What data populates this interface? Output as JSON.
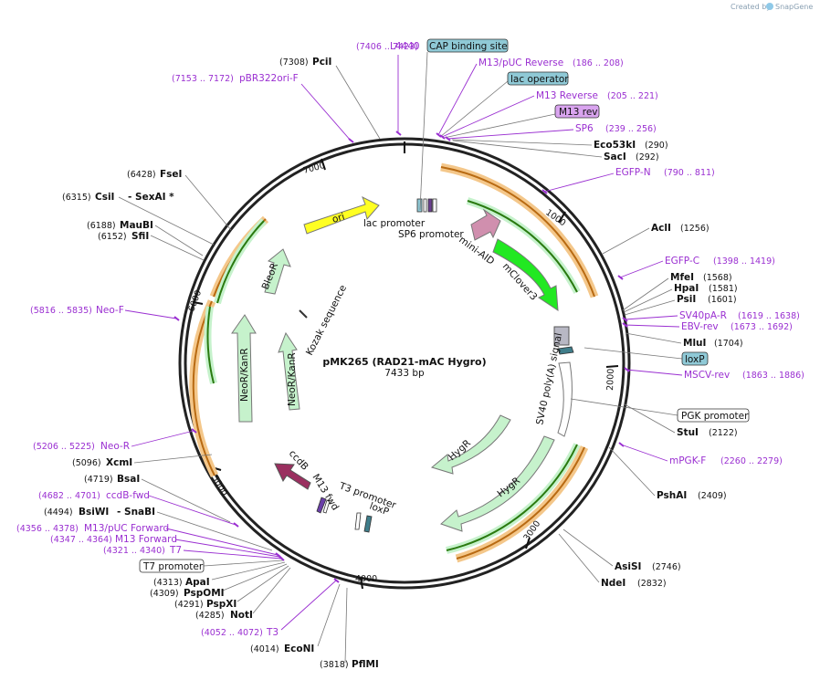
{
  "title": "pMK265 (RAD21-mAC Hygro)",
  "length_label": "7433 bp",
  "credit": {
    "prefix": "Created by",
    "brand": "SnapGene"
  },
  "colors": {
    "purple": "#9a2fd1",
    "orange": "#f0a24a",
    "green_arrow": "#c6f2cc",
    "bright_green": "#22e822",
    "yellow": "#ffff22",
    "maroon": "#9a2f5f",
    "pink_arrow": "#d08fae",
    "teal_box": "#8fc9d6",
    "violet_box": "#d9a4ef"
  },
  "tick_labels": [
    "1000",
    "2000",
    "3000",
    "4000",
    "5000",
    "6000",
    "7000"
  ],
  "features": [
    {
      "name": "ori",
      "label": "ori"
    },
    {
      "name": "bleor",
      "label": "BleoR"
    },
    {
      "name": "neor-outer",
      "label": "NeoR/KanR"
    },
    {
      "name": "neor-inner",
      "label": "NeoR/KanR"
    },
    {
      "name": "kozak",
      "label": "Kozak sequence"
    },
    {
      "name": "lac-promoter",
      "label": "lac promoter"
    },
    {
      "name": "sp6-promoter",
      "label": "SP6 promoter"
    },
    {
      "name": "mini-aid",
      "label": "mini-AID"
    },
    {
      "name": "mclover3",
      "label": "mClover3"
    },
    {
      "name": "sv40-polya",
      "label": "SV40 poly(A) signal"
    },
    {
      "name": "hygr-1",
      "label": "HygR"
    },
    {
      "name": "hygr-2",
      "label": "HygR"
    },
    {
      "name": "ccdb",
      "label": "ccdB"
    },
    {
      "name": "m13-fwd",
      "label": "M13 fwd"
    },
    {
      "name": "t3-promoter",
      "label": "T3 promoter"
    },
    {
      "name": "loxp-inner",
      "label": "loxP"
    }
  ],
  "sites": [
    {
      "name": "l4440",
      "label": "L4440",
      "pos": "(7406 .. 7423)",
      "kind": "primer"
    },
    {
      "name": "cap-binding-site",
      "label": "CAP binding site",
      "kind": "boxed"
    },
    {
      "name": "m13-puc-reverse",
      "label": "M13/pUC Reverse",
      "pos": "(186 .. 208)",
      "kind": "primer"
    },
    {
      "name": "lac-operator",
      "label": "lac operator",
      "kind": "boxed"
    },
    {
      "name": "m13-reverse",
      "label": "M13 Reverse",
      "pos": "(205 .. 221)",
      "kind": "primer"
    },
    {
      "name": "m13-rev",
      "label": "M13 rev",
      "kind": "boxed-violet"
    },
    {
      "name": "sp6",
      "label": "SP6",
      "pos": "(239 .. 256)",
      "kind": "primer"
    },
    {
      "name": "eco53ki",
      "label": "Eco53kI",
      "pos": "(290)",
      "kind": "enzyme"
    },
    {
      "name": "saci",
      "label": "SacI",
      "pos": "(292)",
      "kind": "enzyme"
    },
    {
      "name": "egfp-n",
      "label": "EGFP-N",
      "pos": "(790 .. 811)",
      "kind": "primer"
    },
    {
      "name": "acli",
      "label": "AclI",
      "pos": "(1256)",
      "kind": "enzyme"
    },
    {
      "name": "egfp-c",
      "label": "EGFP-C",
      "pos": "(1398 .. 1419)",
      "kind": "primer"
    },
    {
      "name": "mfei",
      "label": "MfeI",
      "pos": "(1568)",
      "kind": "enzyme"
    },
    {
      "name": "hpai",
      "label": "HpaI",
      "pos": "(1581)",
      "kind": "enzyme"
    },
    {
      "name": "psii",
      "label": "PsiI",
      "pos": "(1601)",
      "kind": "enzyme"
    },
    {
      "name": "sv40pa-r",
      "label": "SV40pA-R",
      "pos": "(1619 .. 1638)",
      "kind": "primer"
    },
    {
      "name": "ebv-rev",
      "label": "EBV-rev",
      "pos": "(1673 .. 1692)",
      "kind": "primer"
    },
    {
      "name": "mlui",
      "label": "MluI",
      "pos": "(1704)",
      "kind": "enzyme"
    },
    {
      "name": "loxp",
      "label": "loxP",
      "kind": "boxed"
    },
    {
      "name": "mscv-rev",
      "label": "MSCV-rev",
      "pos": "(1863 .. 1886)",
      "kind": "primer"
    },
    {
      "name": "pgk-promoter",
      "label": "PGK promoter",
      "kind": "boxed-white"
    },
    {
      "name": "stui",
      "label": "StuI",
      "pos": "(2122)",
      "kind": "enzyme"
    },
    {
      "name": "mpgk-f",
      "label": "mPGK-F",
      "pos": "(2260 .. 2279)",
      "kind": "primer"
    },
    {
      "name": "pshai",
      "label": "PshAI",
      "pos": "(2409)",
      "kind": "enzyme"
    },
    {
      "name": "asisi",
      "label": "AsiSI",
      "pos": "(2746)",
      "kind": "enzyme"
    },
    {
      "name": "ndei",
      "label": "NdeI",
      "pos": "(2832)",
      "kind": "enzyme"
    },
    {
      "name": "pflmi",
      "label": "PflMI",
      "pos": "(3818)",
      "kind": "enzyme"
    },
    {
      "name": "econi",
      "label": "EcoNI",
      "pos": "(4014)",
      "kind": "enzyme"
    },
    {
      "name": "t3",
      "label": "T3",
      "pos": "(4052 .. 4072)",
      "kind": "primer"
    },
    {
      "name": "noti",
      "label": "NotI",
      "pos": "(4285)",
      "kind": "enzyme"
    },
    {
      "name": "pspxi",
      "label": "PspXI",
      "pos": "(4291)",
      "kind": "enzyme"
    },
    {
      "name": "pspomi",
      "label": "PspOMI",
      "pos": "(4309)",
      "kind": "enzyme"
    },
    {
      "name": "apai",
      "label": "ApaI",
      "pos": "(4313)",
      "kind": "enzyme"
    },
    {
      "name": "t7-promoter",
      "label": "T7 promoter",
      "kind": "boxed-white"
    },
    {
      "name": "t7",
      "label": "T7",
      "pos": "(4321 .. 4340)",
      "kind": "primer"
    },
    {
      "name": "m13-forward",
      "label": "M13 Forward",
      "pos": "(4347 .. 4364)",
      "kind": "primer"
    },
    {
      "name": "m13-puc-forward",
      "label": "M13/pUC Forward",
      "pos": "(4356 .. 4378)",
      "kind": "primer"
    },
    {
      "name": "bsiwi",
      "label": "BsiWI",
      "pos": "(4494)",
      "kind": "enzyme"
    },
    {
      "name": "snabi",
      "label": "- SnaBI",
      "kind": "enzyme"
    },
    {
      "name": "ccdb-fwd",
      "label": "ccdB-fwd",
      "pos": "(4682 .. 4701)",
      "kind": "primer"
    },
    {
      "name": "bsai",
      "label": "BsaI",
      "pos": "(4719)",
      "kind": "enzyme"
    },
    {
      "name": "xcmi",
      "label": "XcmI",
      "pos": "(5096)",
      "kind": "enzyme"
    },
    {
      "name": "neo-r",
      "label": "Neo-R",
      "pos": "(5206 .. 5225)",
      "kind": "primer"
    },
    {
      "name": "neo-f",
      "label": "Neo-F",
      "pos": "(5816 .. 5835)",
      "kind": "primer"
    },
    {
      "name": "sfii",
      "label": "SfiI",
      "pos": "(6152)",
      "kind": "enzyme"
    },
    {
      "name": "mauBI",
      "label": "MauBI",
      "pos": "(6188)",
      "kind": "enzyme"
    },
    {
      "name": "csii",
      "label": "CsiI",
      "pos": "(6315)",
      "kind": "enzyme"
    },
    {
      "name": "sexai",
      "label": "- SexAI *",
      "kind": "enzyme"
    },
    {
      "name": "fsei",
      "label": "FseI",
      "pos": "(6428)",
      "kind": "enzyme"
    },
    {
      "name": "pbr322ori-f",
      "label": "pBR322ori-F",
      "pos": "(7153 .. 7172)",
      "kind": "primer"
    },
    {
      "name": "pcii",
      "label": "PciI",
      "pos": "(7308)",
      "kind": "enzyme"
    }
  ]
}
